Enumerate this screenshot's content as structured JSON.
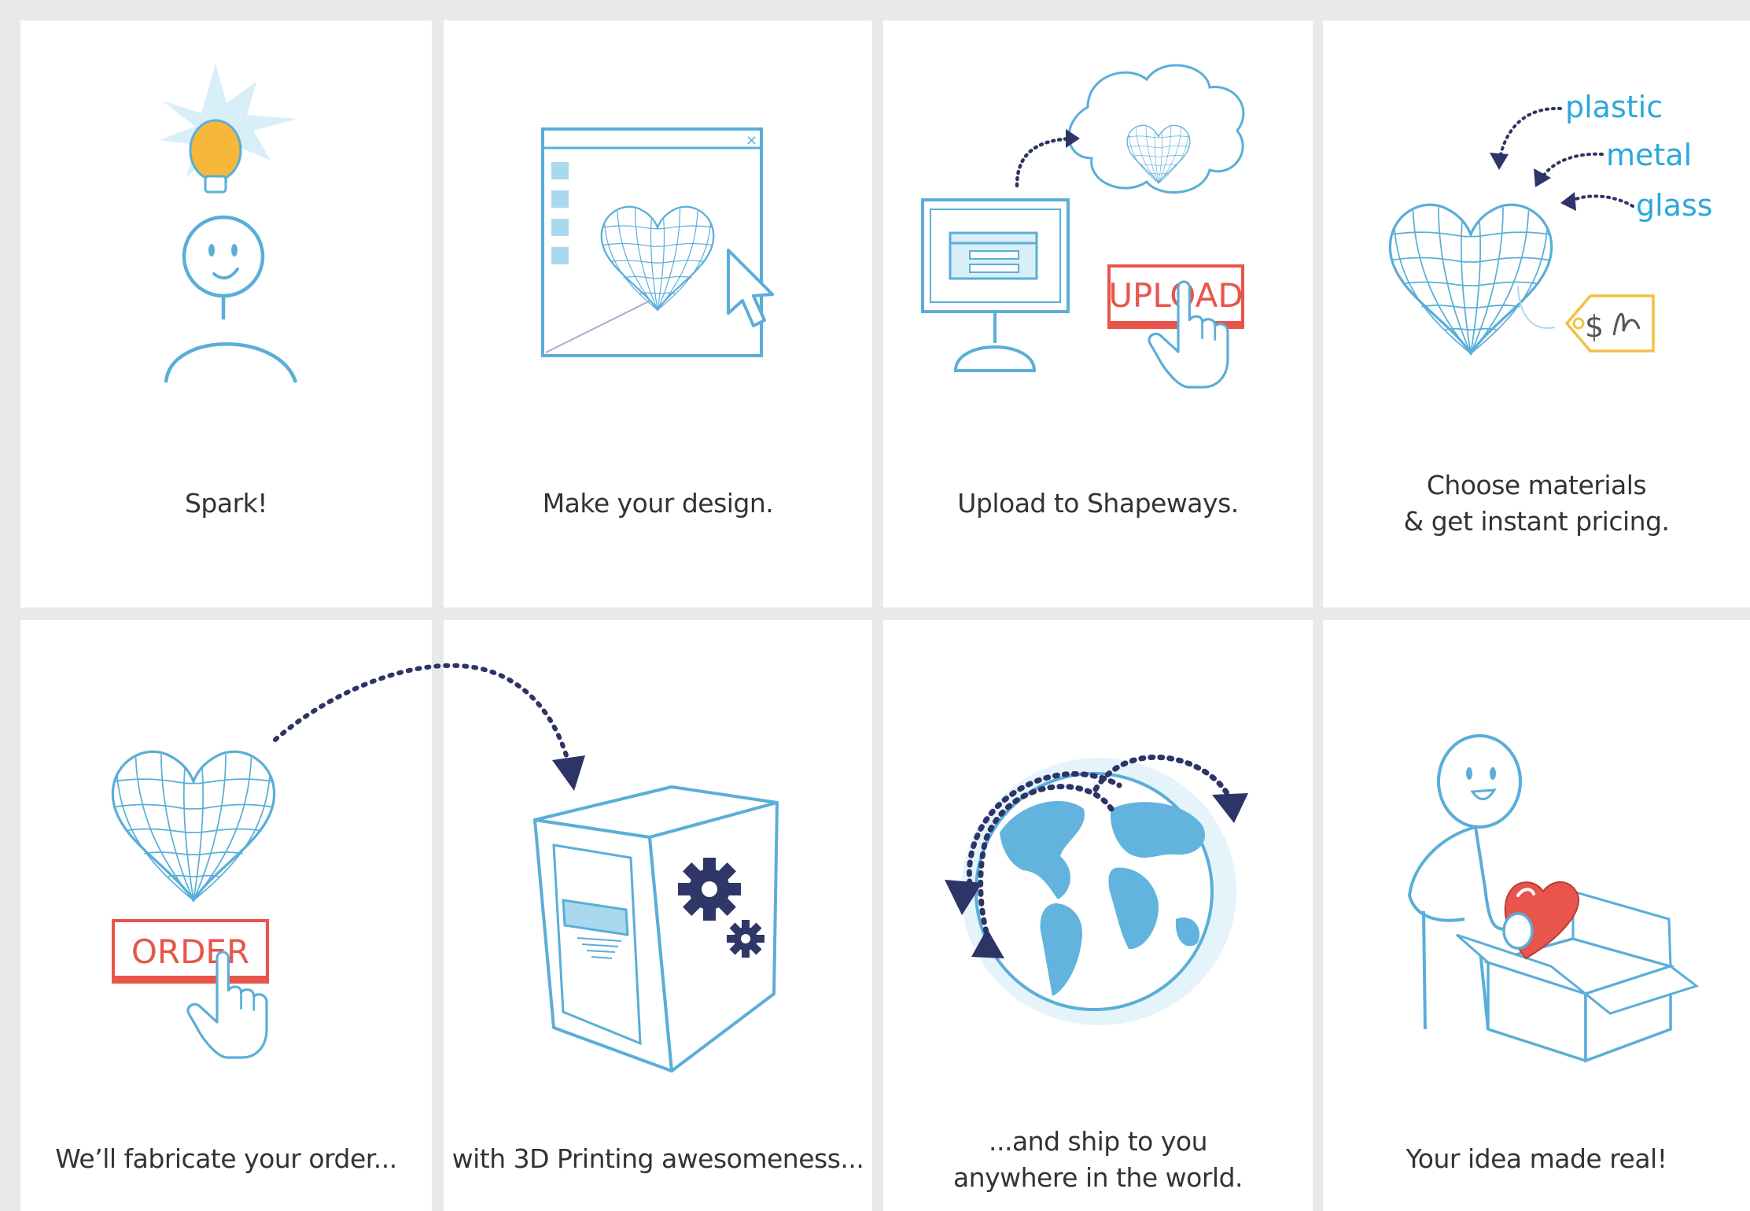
{
  "colors": {
    "line": "#5aaed8",
    "fill": "#d8eef9",
    "accent": "#e8554b",
    "navy": "#2d3466",
    "bulb": "#f7b73a",
    "tag": "#f3c043",
    "gear": "#2f3767"
  },
  "steps": [
    {
      "caption": "Spark!",
      "icon": "lightbulb-person-icon"
    },
    {
      "caption": "Make your design.",
      "icon": "design-window-icon"
    },
    {
      "caption": "Upload to Shapeways.",
      "icon": "upload-computer-icon",
      "button": "UPLOAD"
    },
    {
      "caption": "Choose materials\n& get instant pricing.",
      "icon": "materials-heart-icon",
      "materials": [
        "plastic",
        "metal",
        "glass"
      ],
      "price_tag": "$"
    },
    {
      "caption": "We’ll fabricate your order...",
      "icon": "order-heart-icon",
      "button": "ORDER"
    },
    {
      "caption": "with 3D Printing awesomeness...",
      "icon": "3d-printer-icon"
    },
    {
      "caption": "...and ship to you\nanywhere in the world.",
      "icon": "globe-icon"
    },
    {
      "caption": "Your idea made real!",
      "icon": "person-box-heart-icon"
    }
  ]
}
